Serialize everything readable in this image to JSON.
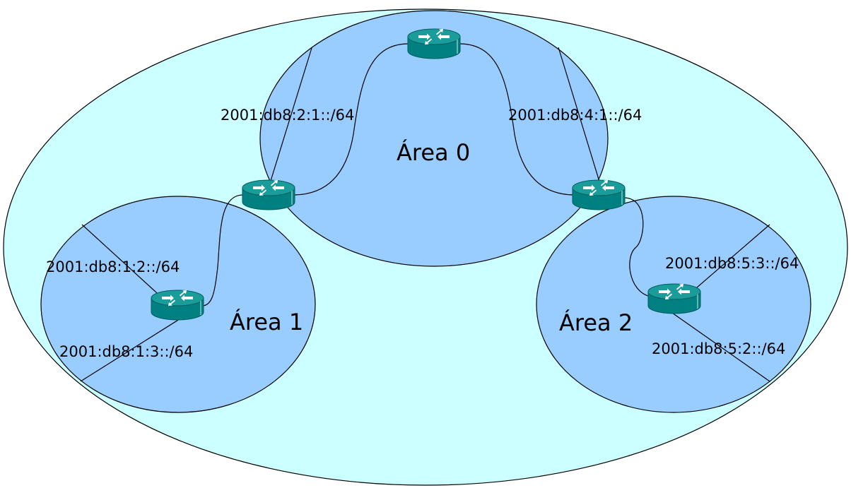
{
  "diagram": {
    "areas": [
      {
        "id": "area-0",
        "label": "Área 0"
      },
      {
        "id": "area-1",
        "label": "Área 1"
      },
      {
        "id": "area-2",
        "label": "Área 2"
      }
    ],
    "subnets": [
      {
        "id": "subnet-area0-left",
        "label": "2001:db8:2:1::/64"
      },
      {
        "id": "subnet-area0-right",
        "label": "2001:db8:4:1::/64"
      },
      {
        "id": "subnet-area1-top",
        "label": "2001:db8:1:2::/64"
      },
      {
        "id": "subnet-area1-bottom",
        "label": "2001:db8:1:3::/64"
      },
      {
        "id": "subnet-area2-top",
        "label": "2001:db8:5:3::/64"
      },
      {
        "id": "subnet-area2-bottom",
        "label": "2001:db8:5:2::/64"
      }
    ],
    "routers": [
      {
        "id": "router-backbone",
        "icon": "router-icon"
      },
      {
        "id": "router-abr-area1",
        "icon": "router-icon"
      },
      {
        "id": "router-abr-area2",
        "icon": "router-icon"
      },
      {
        "id": "router-area1",
        "icon": "router-icon"
      },
      {
        "id": "router-area2",
        "icon": "router-icon"
      }
    ],
    "colors": {
      "outer_domain": "#ccffff",
      "area_fill": "#99ccff",
      "router_body": "#008080",
      "router_top": "#1a9c9a",
      "outline": "#000000"
    }
  }
}
